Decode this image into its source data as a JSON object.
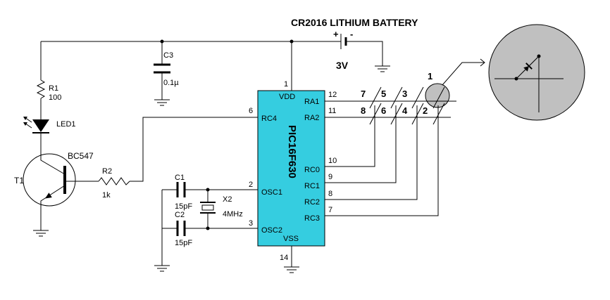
{
  "battery": {
    "title": "CR2016 LITHIUM BATTERY",
    "plus": "+",
    "minus": "-",
    "voltage": "3V"
  },
  "c3": {
    "ref": "C3",
    "value": "0.1µ"
  },
  "r1": {
    "ref": "R1",
    "value": "100"
  },
  "led1": {
    "ref": "LED1"
  },
  "t1": {
    "ref": "T1",
    "part": "BC547"
  },
  "r2": {
    "ref": "R2",
    "value": "1k"
  },
  "c1": {
    "ref": "C1",
    "value": "15pF"
  },
  "c2": {
    "ref": "C2",
    "value": "15pF"
  },
  "x2": {
    "ref": "X2",
    "value": "4MHz"
  },
  "ic": {
    "part": "PIC16F630",
    "pins": {
      "vdd": {
        "name": "VDD",
        "number": "1"
      },
      "rc4": {
        "name": "RC4",
        "number": "6"
      },
      "osc1": {
        "name": "OSC1",
        "number": "2"
      },
      "osc2": {
        "name": "OSC2",
        "number": "3"
      },
      "vss": {
        "name": "VSS",
        "number": "14"
      },
      "ra1": {
        "name": "RA1",
        "number": "12"
      },
      "ra2": {
        "name": "RA2",
        "number": "11"
      },
      "rc0": {
        "name": "RC0",
        "number": "10"
      },
      "rc1": {
        "name": "RC1",
        "number": "9"
      },
      "rc2": {
        "name": "RC2",
        "number": "8"
      },
      "rc3": {
        "name": "RC3",
        "number": "7"
      }
    }
  },
  "display": {
    "top_labels": [
      "7",
      "5",
      "3"
    ],
    "bottom_labels": [
      "8",
      "6",
      "4",
      "2"
    ],
    "detail_label": "1"
  },
  "colors": {
    "ic_body": "#35CDE0",
    "detail_fill": "#C0C0C0",
    "background": "#FFFFFF"
  }
}
